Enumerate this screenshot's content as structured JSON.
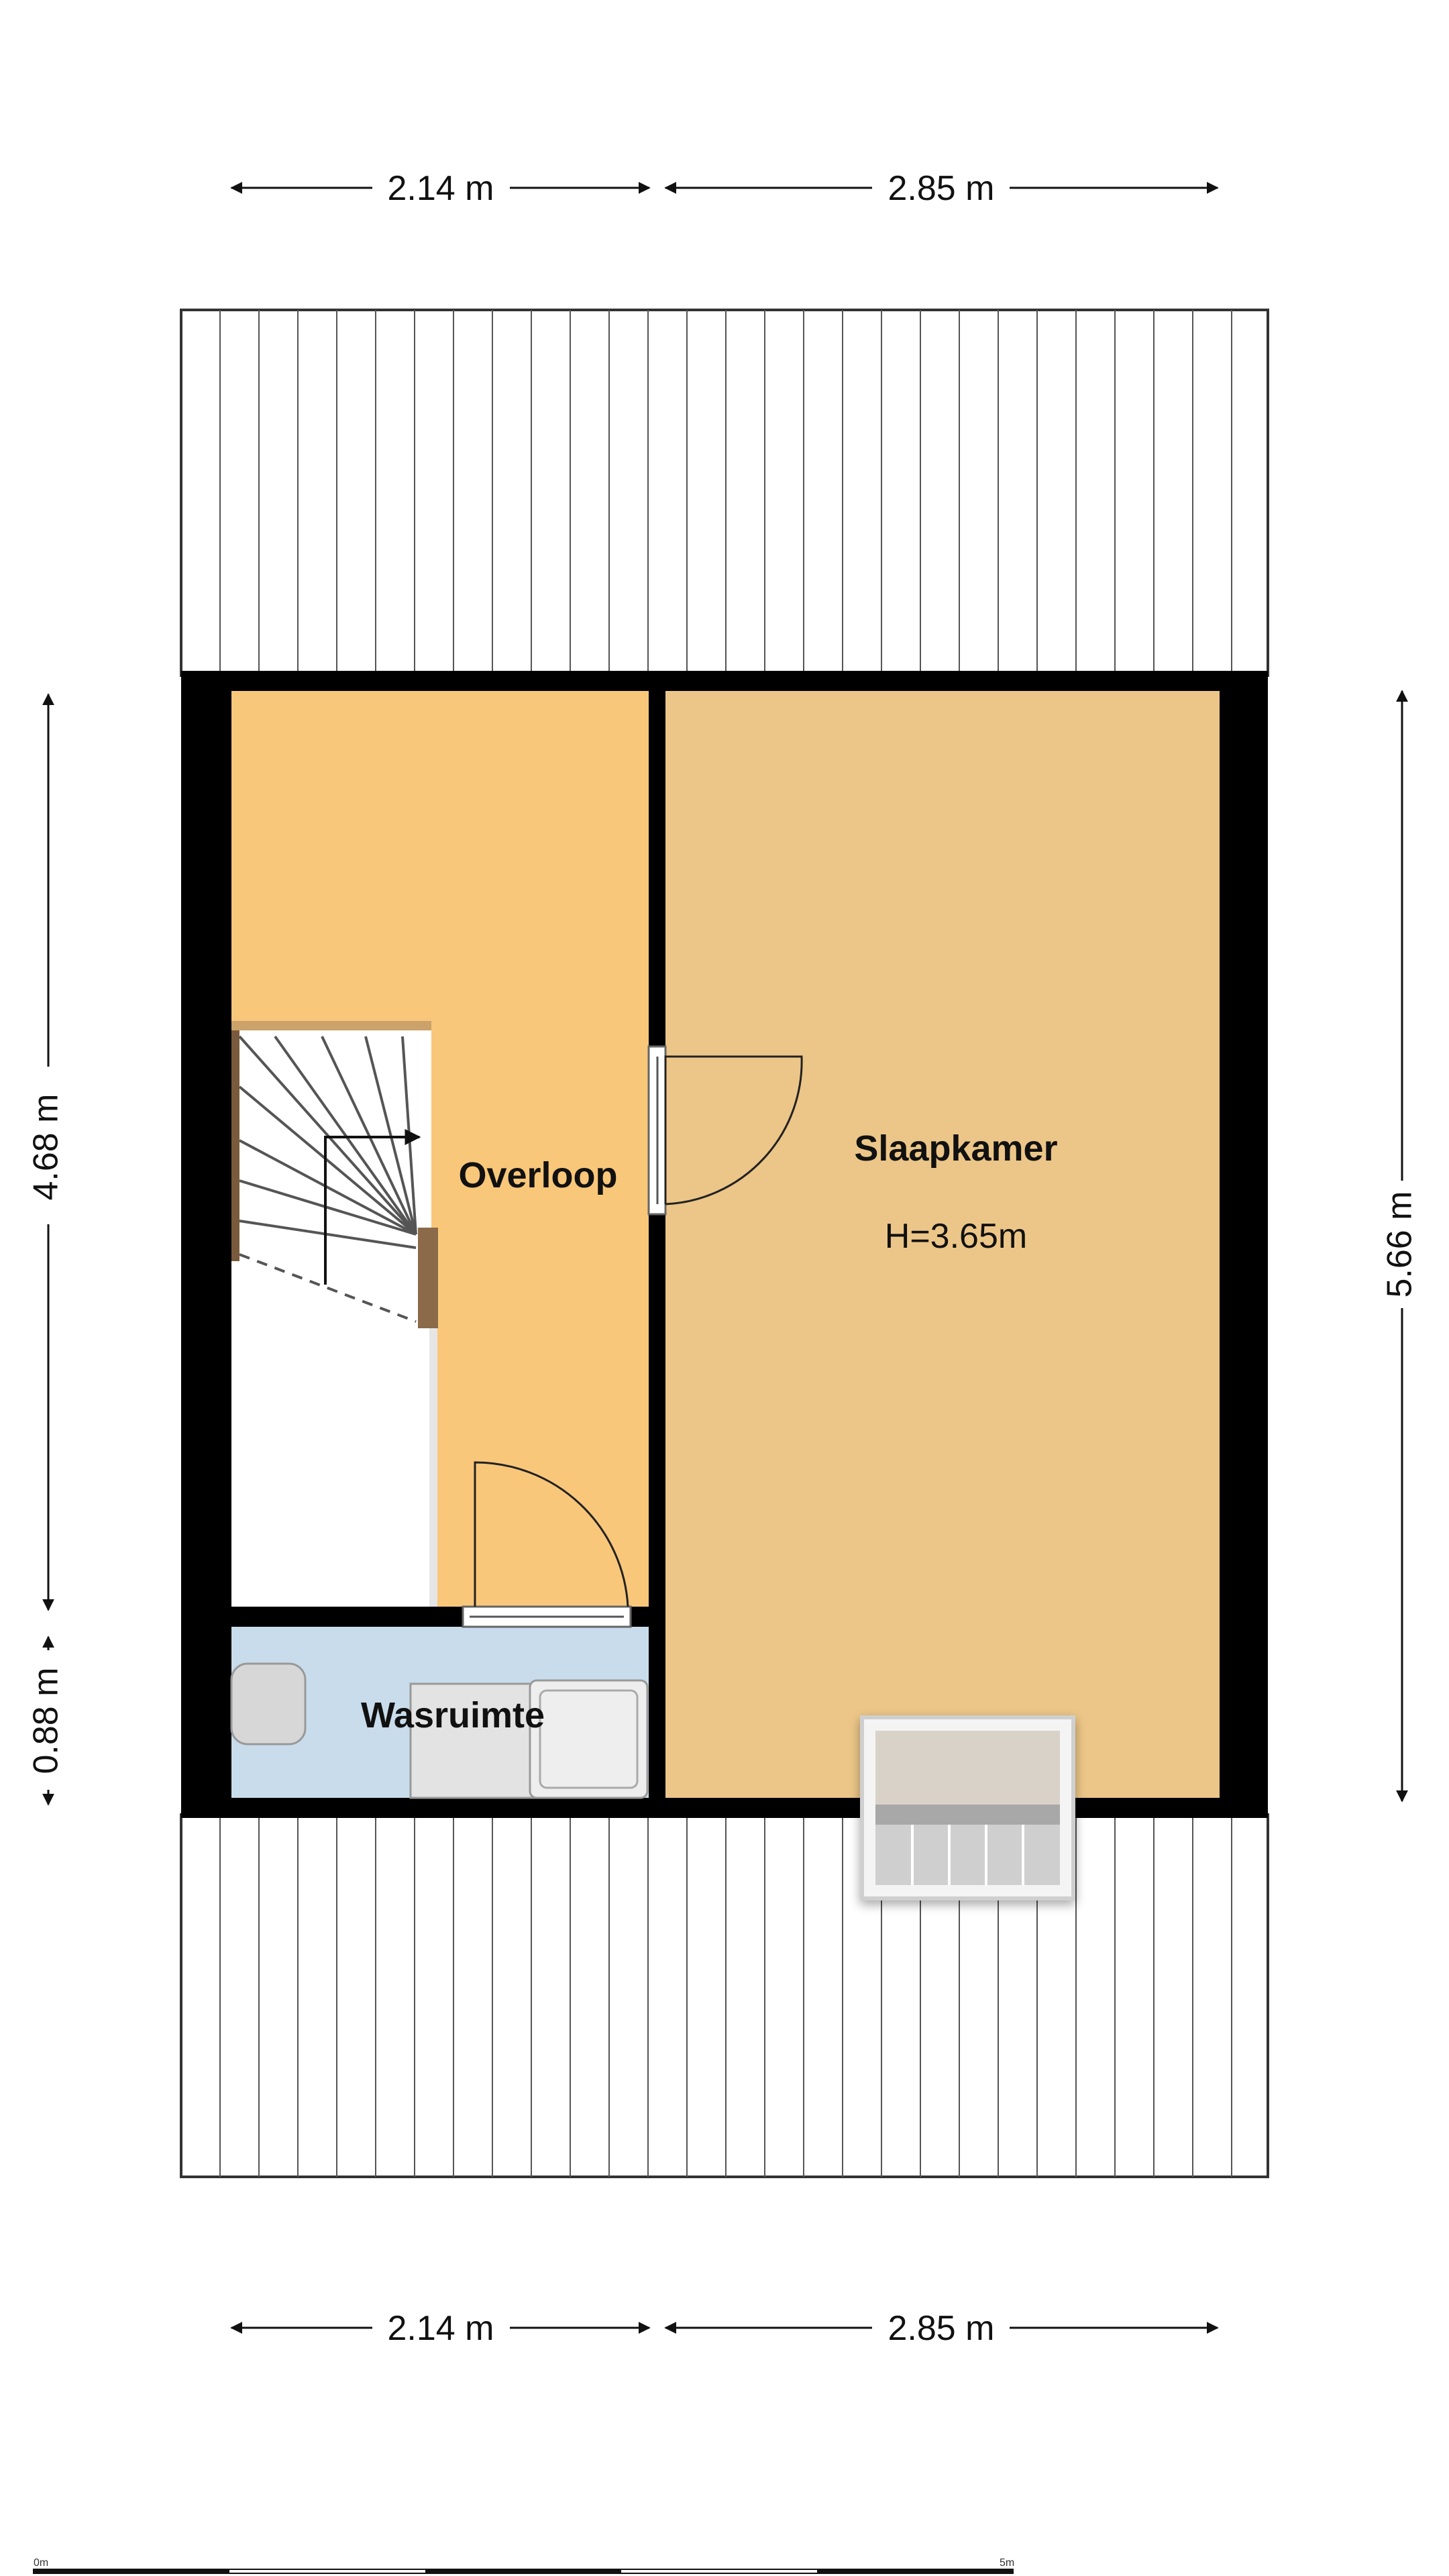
{
  "dimensions": {
    "top_left": "2.14 m",
    "top_right": "2.85 m",
    "bottom_left": "2.14 m",
    "bottom_right": "2.85 m",
    "left_upper": "4.68 m",
    "left_lower": "0.88 m",
    "right": "5.66 m"
  },
  "rooms": {
    "overloop": {
      "name": "Overloop"
    },
    "slaapkamer": {
      "name": "Slaapkamer",
      "height": "H=3.65m"
    },
    "wasruimte": {
      "name": "Wasruimte"
    }
  },
  "scale_bar": {
    "start_label": "0m",
    "end_label": "5m"
  },
  "colors": {
    "overloop": "#F9C77A",
    "slaapkamer": "#ECC688",
    "wasruimte": "#C9DCEB",
    "walls": "#000000",
    "roof": "#FFFFFF"
  }
}
